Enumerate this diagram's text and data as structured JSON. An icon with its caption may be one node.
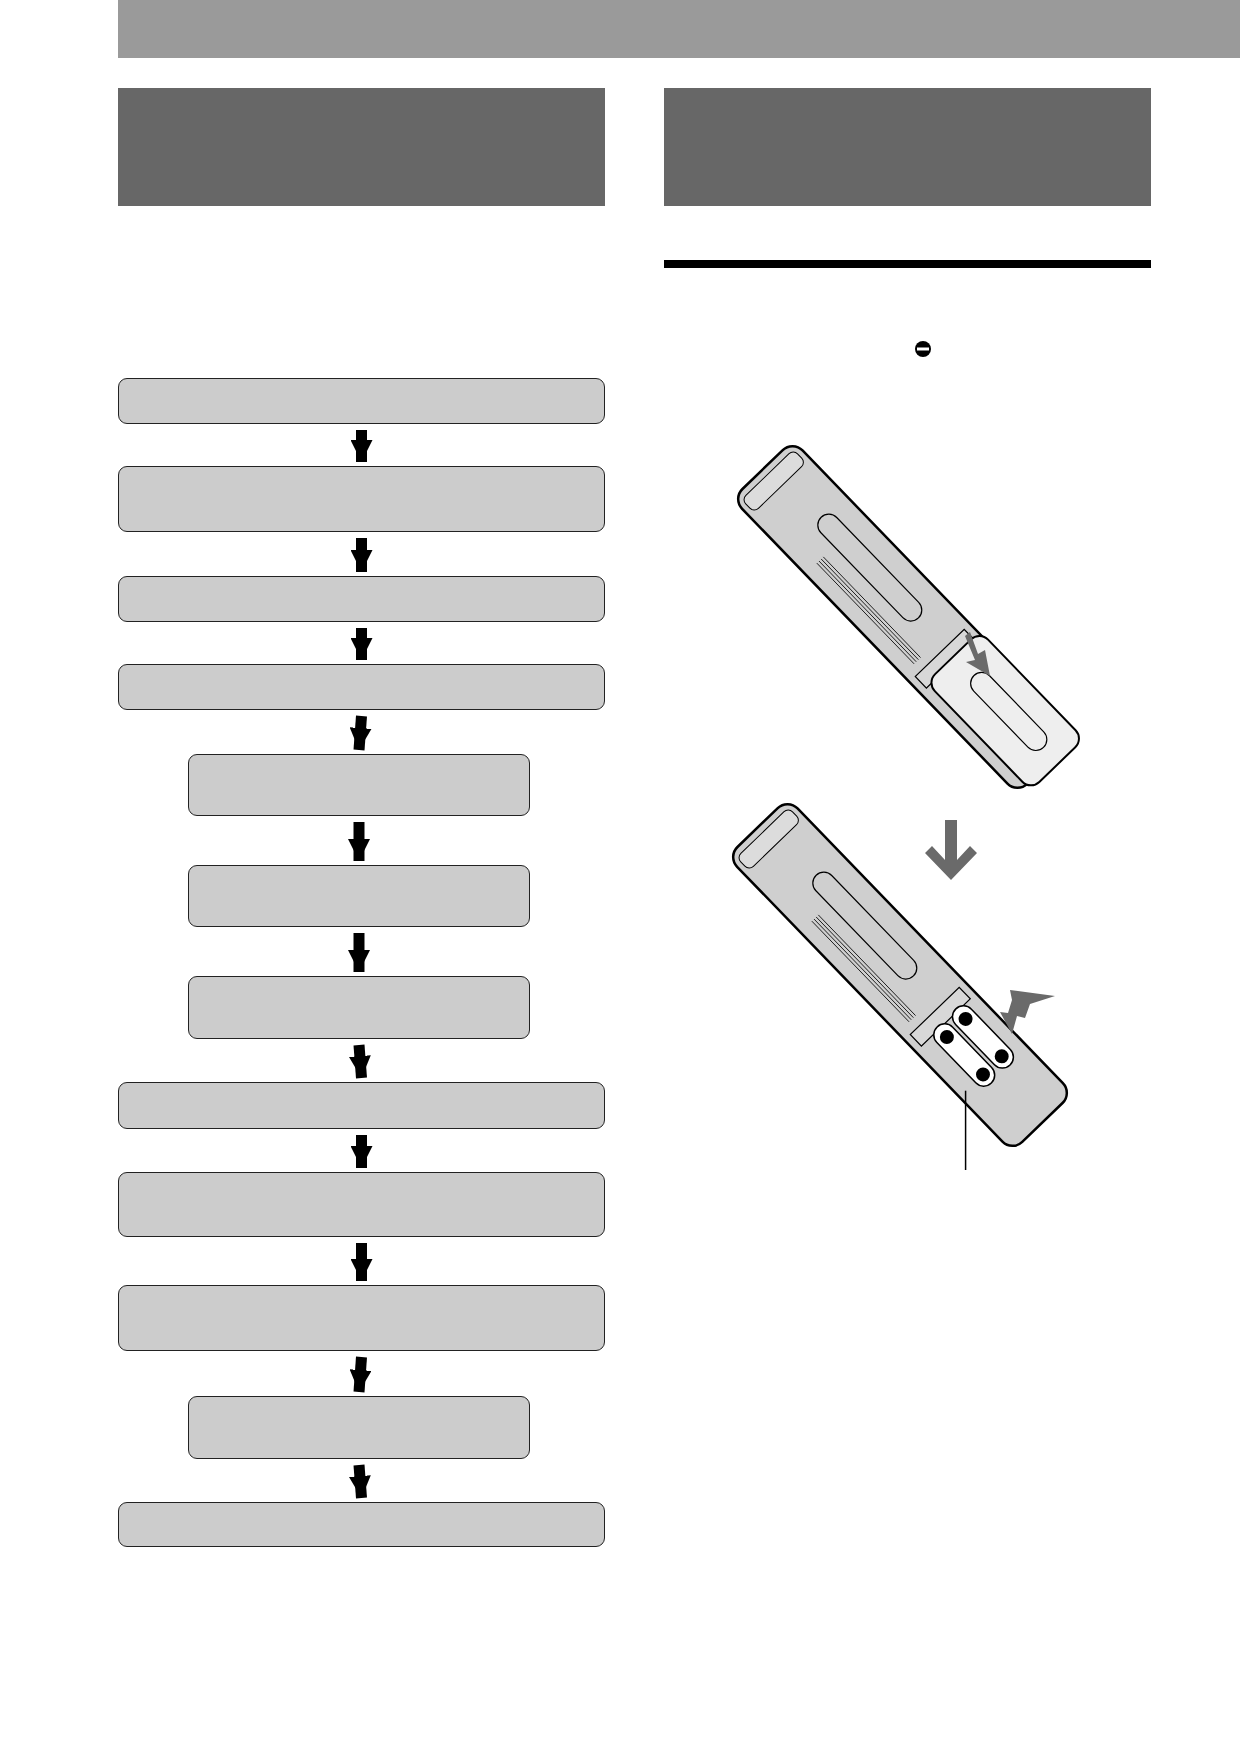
{
  "diagram": {
    "nodes": [
      {
        "text": [],
        "shape": "box"
      },
      {
        "text": [],
        "shape": "box"
      },
      {
        "text": [],
        "shape": "box"
      },
      {
        "text": [],
        "shape": "box"
      },
      {
        "text": [],
        "shape": "box"
      },
      {
        "text": [],
        "shape": "box"
      },
      {
        "text": [],
        "shape": "box"
      },
      {
        "text": [],
        "shape": "box"
      },
      {
        "text": [],
        "shape": "box"
      },
      {
        "text": [],
        "shape": "box"
      },
      {
        "text": [],
        "shape": "box"
      },
      {
        "text": [],
        "shape": "box"
      },
      {
        "text": [],
        "shape": "picture"
      }
    ],
    "edges": [
      {
        "from": 0,
        "to": 1,
        "arrow": "to"
      },
      {
        "from": 1,
        "to": 2,
        "arrow": "to"
      },
      {
        "from": 2,
        "to": 3,
        "arrow": "to"
      },
      {
        "from": 3,
        "to": 4,
        "arrow": "to"
      },
      {
        "from": 4,
        "to": 5,
        "arrow": "to"
      },
      {
        "from": 5,
        "to": 6,
        "arrow": "to"
      },
      {
        "from": 6,
        "to": 7,
        "arrow": "to"
      },
      {
        "from": 7,
        "to": 8,
        "arrow": "to"
      },
      {
        "from": 8,
        "to": 9,
        "arrow": "to"
      },
      {
        "from": 9,
        "to": 10,
        "arrow": "to"
      },
      {
        "from": 10,
        "to": 11,
        "arrow": "to"
      },
      {
        "from": null,
        "to": 12,
        "arrow": "none"
      }
    ]
  }
}
